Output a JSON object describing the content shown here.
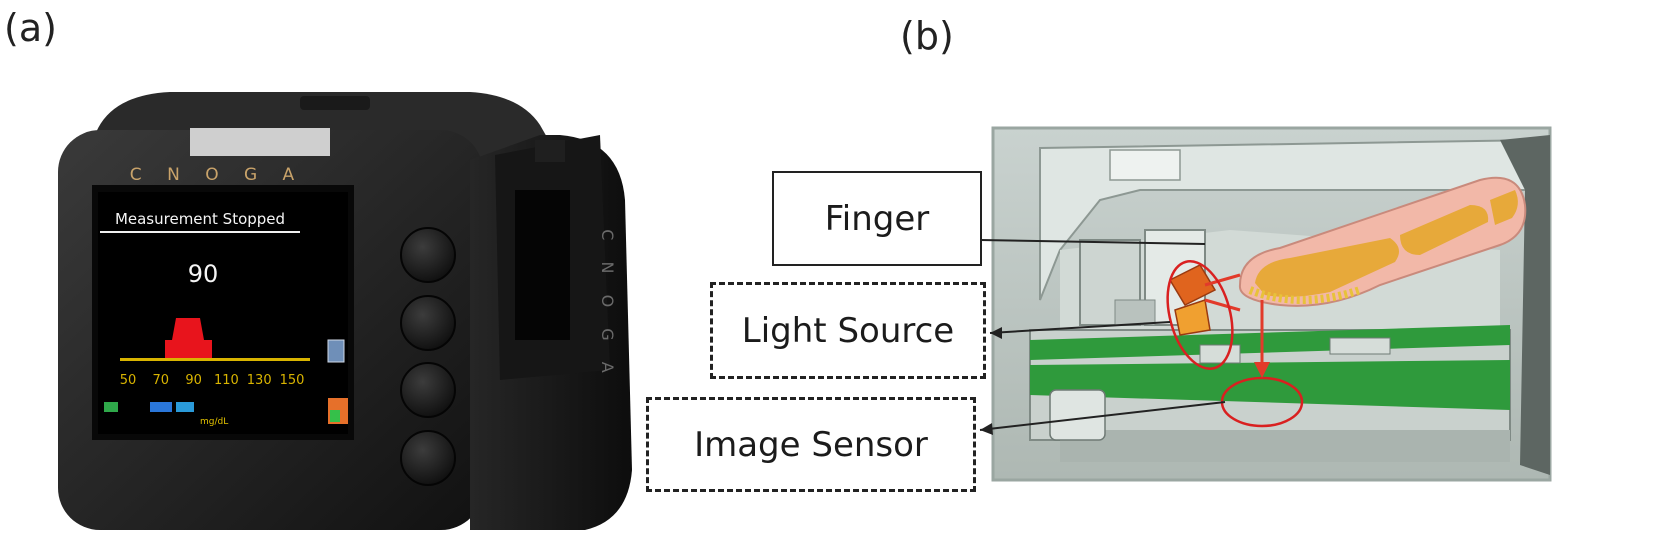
{
  "panels": {
    "a": {
      "label": "(a)"
    },
    "b": {
      "label": "(b)"
    }
  },
  "device": {
    "brand": "C N O G A",
    "side_brand": "C N O G A",
    "screen": {
      "status": "Measurement Stopped",
      "reading": "90",
      "axis_ticks": [
        "50",
        "70",
        "90",
        "110",
        "130",
        "150"
      ],
      "footer_unit": "mg/dL"
    }
  },
  "callouts": {
    "finger": "Finger",
    "light_source": "Light Source",
    "image_sensor": "Image Sensor"
  },
  "colors": {
    "histogram": "#e8141c",
    "tick_axis": "#d9b400",
    "pcb": "#2f9a3c",
    "finger_skin": "#f2b8a8",
    "finger_bone": "#e7a93a",
    "highlight_circle": "#d92020"
  }
}
